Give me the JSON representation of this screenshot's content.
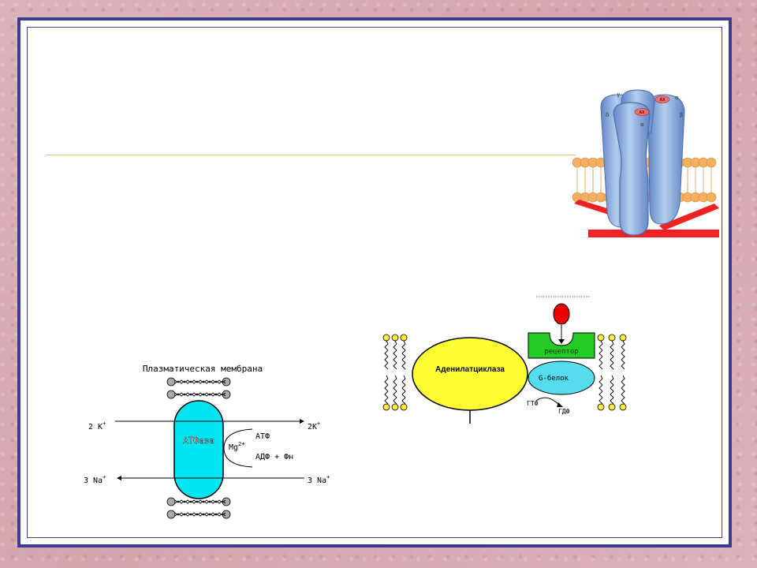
{
  "atpase_diagram": {
    "title": "Плазматическая мембрана",
    "pump_label": "АТФаза",
    "left_top": "2 К",
    "left_top_sup": "+",
    "right_top": "2К",
    "right_top_sup": "+",
    "left_bottom": "3 Na",
    "left_bottom_sup": "+",
    "right_bottom": "3 Na",
    "right_bottom_sup": "+",
    "cofactor": "Mg",
    "cofactor_sup": "2+",
    "substrate": "АТФ",
    "products": "АДФ + Фн",
    "colors": {
      "pump": "#00e5f0",
      "lipid_head": "#aaaaaa"
    }
  },
  "signal_diagram": {
    "enzyme_label": "Аденилатциклаза",
    "receptor_label": "рецептор",
    "gprotein_label": "G-белок",
    "gtp_label": "ГТФ",
    "gdp_label": "ГДФ",
    "colors": {
      "enzyme": "#ffff33",
      "receptor": "#22cc22",
      "gprotein": "#55ddee",
      "ligand": "#ee0000",
      "lipid_head": "#ffee33"
    }
  },
  "channel_image": {
    "subunit_labels": [
      "γ",
      "α",
      "δ",
      "β",
      "α"
    ],
    "site_labels": [
      "АХ",
      "АХ"
    ],
    "colors": {
      "subunit": "#8fb0dc",
      "membrane": "#f4b060",
      "cytoskeleton": "#ee2222"
    }
  }
}
